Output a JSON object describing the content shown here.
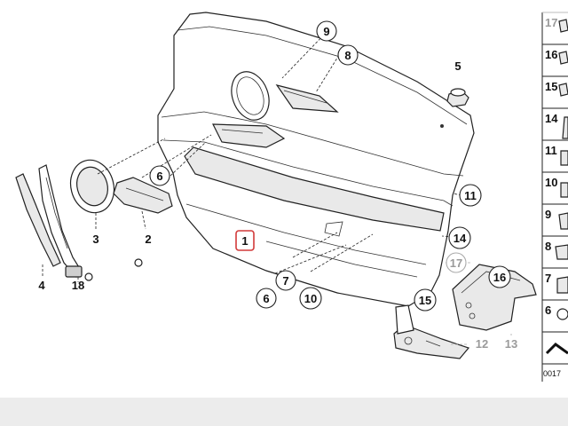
{
  "diagram": {
    "callouts": {
      "c1": "1",
      "c2": "2",
      "c3": "3",
      "c4": "4",
      "c5": "5",
      "c6a": "6",
      "c6b": "6",
      "c7": "7",
      "c8": "8",
      "c9": "9",
      "c10": "10",
      "c11": "11",
      "c12": "12",
      "c13": "13",
      "c14": "14",
      "c15": "15",
      "c16": "16",
      "c17": "17",
      "c18": "18"
    },
    "highlighted_part": "1"
  },
  "side_panel": {
    "items": [
      "17",
      "16",
      "15",
      "14",
      "11",
      "10",
      "9",
      "8",
      "7",
      "6"
    ],
    "footer_code": "0017"
  }
}
